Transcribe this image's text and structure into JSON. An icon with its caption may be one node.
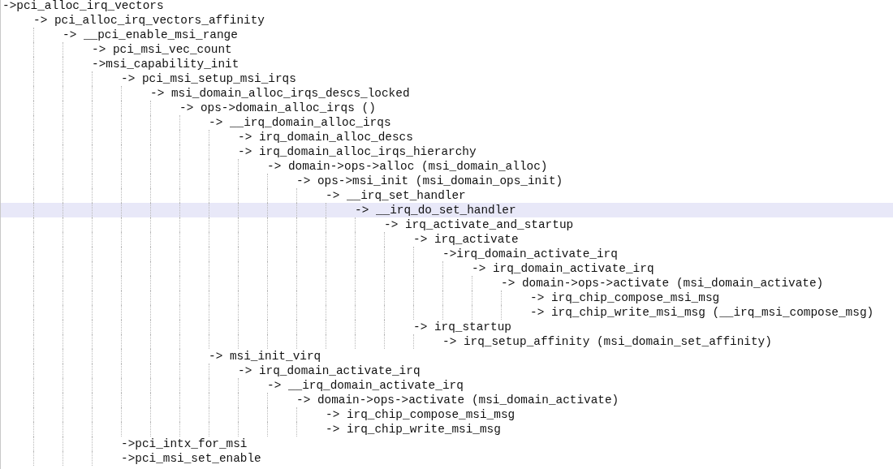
{
  "diagram": {
    "labels": [
      "->pci_alloc_irq_vectors",
      "-> pci_alloc_irq_vectors_affinity",
      "-> __pci_enable_msi_range",
      "-> pci_msi_vec_count",
      "->msi_capability_init",
      "-> pci_msi_setup_msi_irqs",
      "-> msi_domain_alloc_irqs_descs_locked",
      "-> ops->domain_alloc_irqs ()",
      "-> __irq_domain_alloc_irqs",
      "-> irq_domain_alloc_descs",
      "-> irq_domain_alloc_irqs_hierarchy",
      "-> domain->ops->alloc (msi_domain_alloc)",
      "-> ops->msi_init (msi_domain_ops_init)",
      "-> __irq_set_handler",
      "-> __irq_do_set_handler",
      "-> irq_activate_and_startup",
      "-> irq_activate",
      "->irq_domain_activate_irq",
      "-> irq_domain_activate_irq",
      "-> domain->ops->activate (msi_domain_activate)",
      "-> irq_chip_compose_msi_msg",
      "-> irq_chip_write_msi_msg (__irq_msi_compose_msg)",
      "-> irq_startup",
      "-> irq_setup_affinity (msi_domain_set_affinity)",
      "-> msi_init_virq",
      "-> irq_domain_activate_irq",
      "-> __irq_domain_activate_irq",
      "-> domain->ops->activate (msi_domain_activate)",
      "-> irq_chip_compose_msi_msg",
      "-> irq_chip_write_msi_msg",
      "->pci_intx_for_msi",
      "->pci_msi_set_enable"
    ]
  }
}
